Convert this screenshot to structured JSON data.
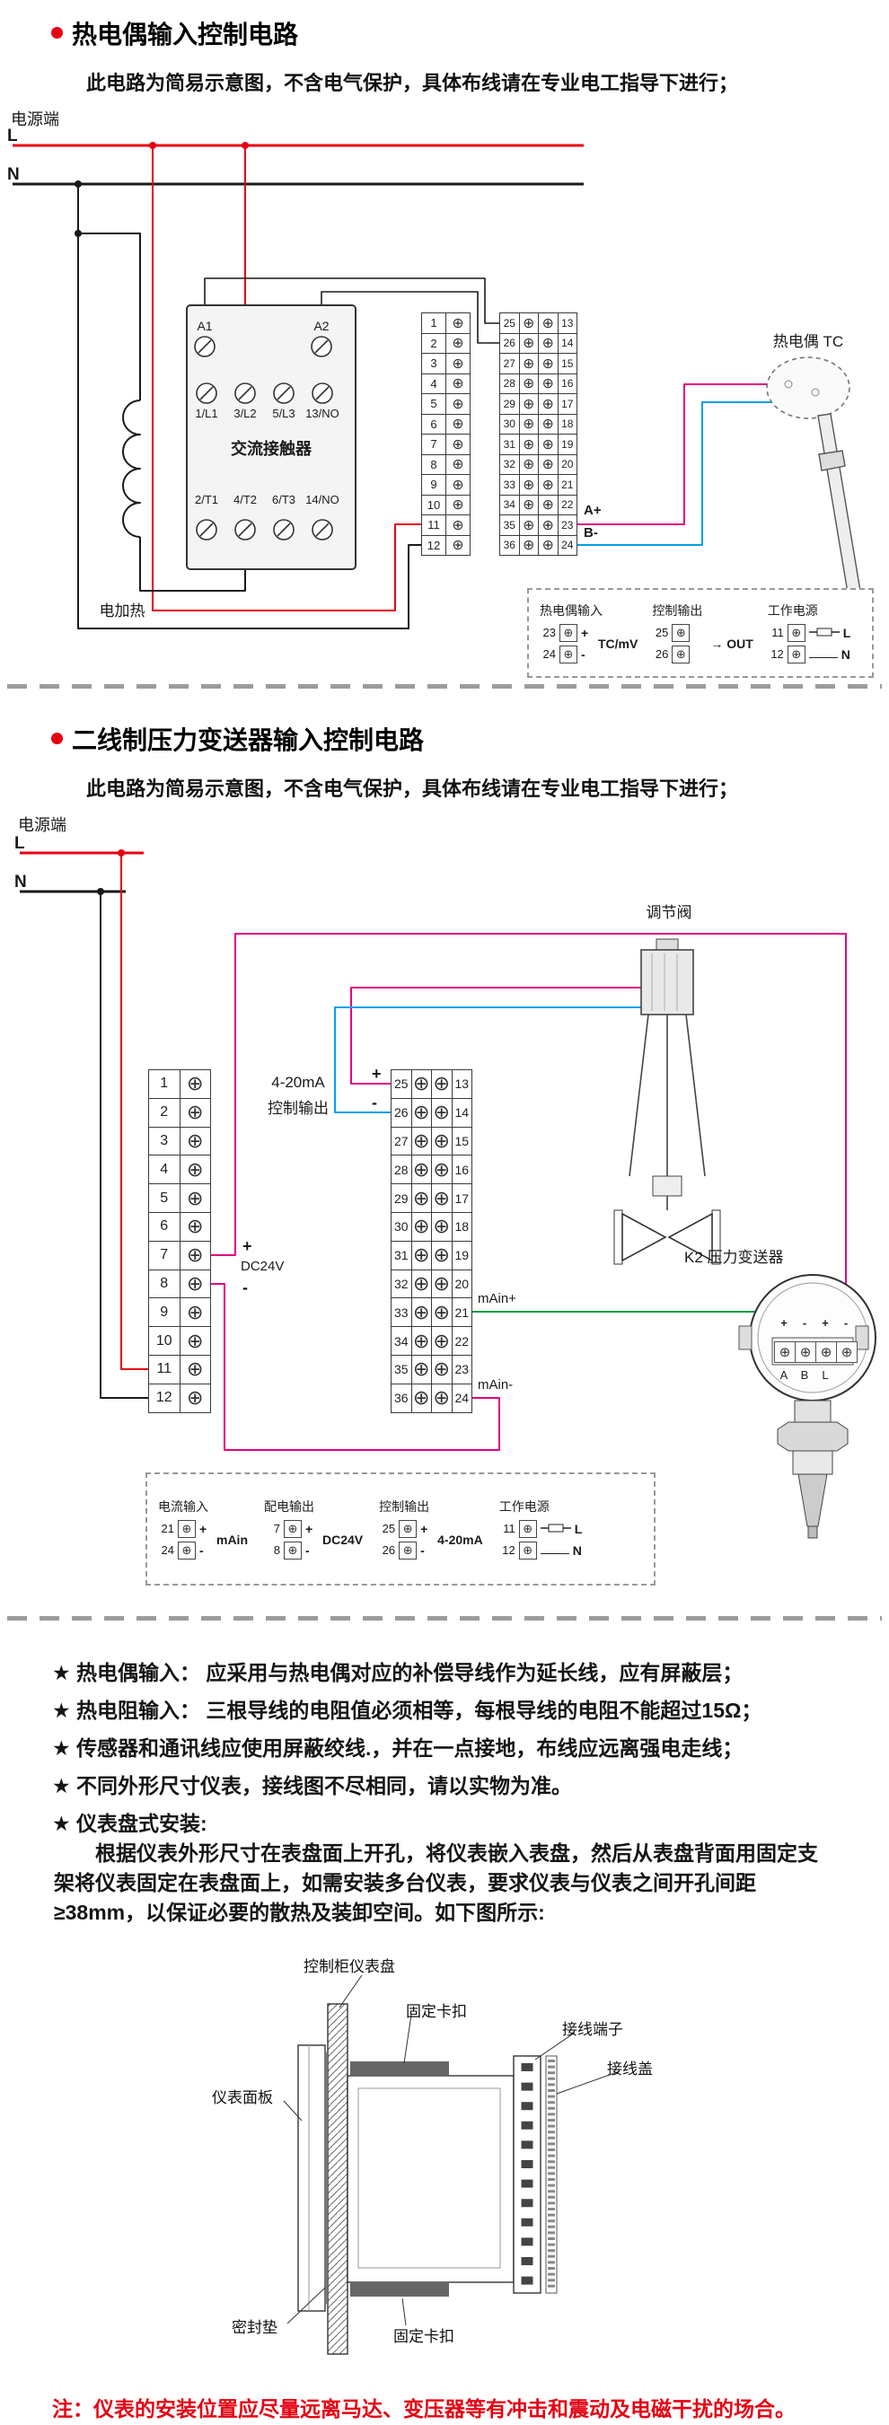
{
  "colors": {
    "red": "#e60012",
    "pink": "#e4007f",
    "blue": "#00a0e9",
    "green": "#009944",
    "gray": "#9c9c9c"
  },
  "section1": {
    "title": "热电偶输入控制电路",
    "warning": "此电路为简易示意图，不含电气保护，具体布线请在专业电工指导下进行；",
    "power_label": "电源端",
    "l_label": "L",
    "n_label": "N",
    "contactor": {
      "title": "交流接触器",
      "a1": "A1",
      "a2": "A2",
      "top": [
        "1/L1",
        "3/L2",
        "5/L3",
        "13/NO"
      ],
      "bottom": [
        "2/T1",
        "4/T2",
        "6/T3",
        "14/NO"
      ]
    },
    "heater_label": "电加热",
    "tc_label": "热电偶  TC",
    "tc_a": "A+",
    "tc_b": "B-"
  },
  "section2": {
    "title": "二线制压力变送器输入控制电路",
    "warning": "此电路为简易示意图，不含电气保护，具体布线请在专业电工指导下进行；",
    "power_label": "电源端",
    "l_label": "L",
    "n_label": "N",
    "output_line1": "4-20mA",
    "output_line2": "控制输出",
    "plus": "+",
    "minus": "-",
    "dc24v": "DC24V",
    "main_plus": "mAin+",
    "main_minus": "mAin-",
    "valve_label": "调节阀",
    "transmitter_label": "K2  压力变送器",
    "tx_signs": [
      "+",
      "-",
      "+",
      "-"
    ],
    "tx_letters": [
      "A",
      "B",
      "L",
      ""
    ]
  },
  "terminals": {
    "d1_left": [
      1,
      2,
      3,
      4,
      5,
      6,
      7,
      8,
      9,
      10,
      11,
      12
    ],
    "d1_mid_left": [
      25,
      26,
      27,
      28,
      29,
      30,
      31,
      32,
      33,
      34,
      35,
      36
    ],
    "d1_mid_right": [
      13,
      14,
      15,
      16,
      17,
      18,
      19,
      20,
      21,
      22,
      23,
      24
    ],
    "d2_left": [
      1,
      2,
      3,
      4,
      5,
      6,
      7,
      8,
      9,
      10,
      11,
      12
    ],
    "d2_right_left": [
      25,
      26,
      27,
      28,
      29,
      30,
      31,
      32,
      33,
      34,
      35,
      36
    ],
    "d2_right_right": [
      13,
      14,
      15,
      16,
      17,
      18,
      19,
      20,
      21,
      22,
      23,
      24
    ]
  },
  "legend1": {
    "groups": [
      {
        "title": "热电偶输入",
        "rows": [
          [
            "23",
            "+"
          ],
          [
            "24",
            "-"
          ]
        ],
        "tail": "TC/mV",
        "arrow": false,
        "fuse": false
      },
      {
        "title": "控制输出",
        "rows": [
          [
            "25",
            ""
          ],
          [
            "26",
            ""
          ]
        ],
        "tail": "OUT",
        "arrow": true,
        "fuse": false
      },
      {
        "title": "工作电源",
        "rows": [
          [
            "11",
            "L"
          ],
          [
            "12",
            "N"
          ]
        ],
        "tail": "",
        "arrow": false,
        "fuse": true
      }
    ]
  },
  "legend2": {
    "groups": [
      {
        "title": "电流输入",
        "rows": [
          [
            "21",
            "+"
          ],
          [
            "24",
            "-"
          ]
        ],
        "tail": "mAin",
        "arrow": false,
        "fuse": false
      },
      {
        "title": "配电输出",
        "rows": [
          [
            "7",
            "+"
          ],
          [
            "8",
            "-"
          ]
        ],
        "tail": "DC24V",
        "arrow": false,
        "fuse": false
      },
      {
        "title": "控制输出",
        "rows": [
          [
            "25",
            "+"
          ],
          [
            "26",
            "-"
          ]
        ],
        "tail": "4-20mA",
        "arrow": false,
        "fuse": false
      },
      {
        "title": "工作电源",
        "rows": [
          [
            "11",
            "L"
          ],
          [
            "12",
            "N"
          ]
        ],
        "tail": "",
        "arrow": false,
        "fuse": true
      }
    ]
  },
  "notes": {
    "items": [
      "★ 热电偶输入： 应采用与热电偶对应的补偿导线作为延长线，应有屏蔽层；",
      "★ 热电阻输入： 三根导线的电阻值必须相等，每根导线的电阻不能超过15Ω；",
      "★ 传感器和通讯线应使用屏蔽绞线.，并在一点接地，布线应远离强电走线；",
      "★ 不同外形尺寸仪表，接线图不尽相同，请以实物为准。",
      "★ 仪表盘式安装:"
    ],
    "paragraph": "根据仪表外形尺寸在表盘面上开孔，将仪表嵌入表盘，然后从表盘背面用固定支架将仪表固定在表盘面上，如需安装多台仪表，要求仪表与仪表之间开孔间距≥38mm，以保证必要的散热及装卸空间。如下图所示:",
    "bottom": "注：仪表的安装位置应尽量远离马达、变压器等有冲击和震动及电磁干扰的场合。"
  },
  "install": {
    "labels": {
      "panel": "控制柜仪表盘",
      "clip_top": "固定卡扣",
      "terminal": "接线端子",
      "cover": "接线盖",
      "face": "仪表面板",
      "gasket": "密封垫",
      "clip_bottom": "固定卡扣"
    }
  }
}
